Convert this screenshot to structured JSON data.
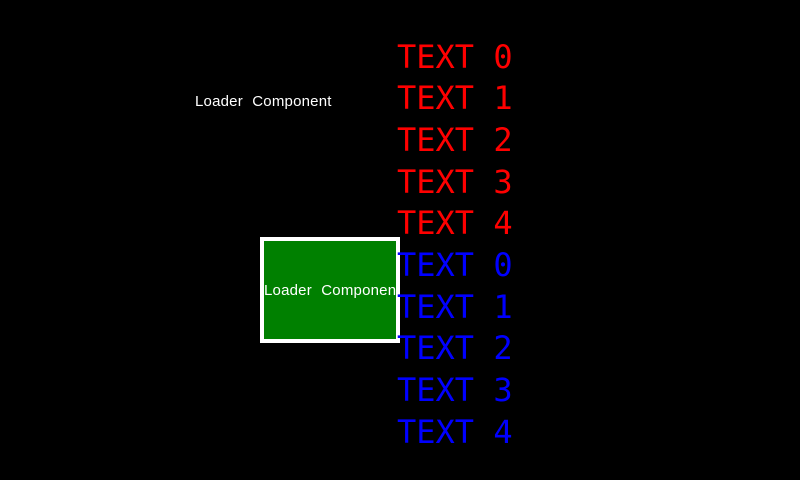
{
  "screen": {
    "background": "#000000"
  },
  "loader_label": {
    "text": "Loader Component",
    "color": "#ffffff"
  },
  "loader_box": {
    "label": "Loader Component",
    "fill": "#008000",
    "border_color": "#ffffff",
    "text_color": "#ffffff"
  },
  "text_list": {
    "red_color": "#ff0000",
    "blue_color": "#0000ff",
    "items": [
      {
        "label": "TEXT 0",
        "color": "#ff0000"
      },
      {
        "label": "TEXT 1",
        "color": "#ff0000"
      },
      {
        "label": "TEXT 2",
        "color": "#ff0000"
      },
      {
        "label": "TEXT 3",
        "color": "#ff0000"
      },
      {
        "label": "TEXT 4",
        "color": "#ff0000"
      },
      {
        "label": "TEXT 0",
        "color": "#0000ff"
      },
      {
        "label": "TEXT 1",
        "color": "#0000ff"
      },
      {
        "label": "TEXT 2",
        "color": "#0000ff"
      },
      {
        "label": "TEXT 3",
        "color": "#0000ff"
      },
      {
        "label": "TEXT 4",
        "color": "#0000ff"
      }
    ]
  }
}
